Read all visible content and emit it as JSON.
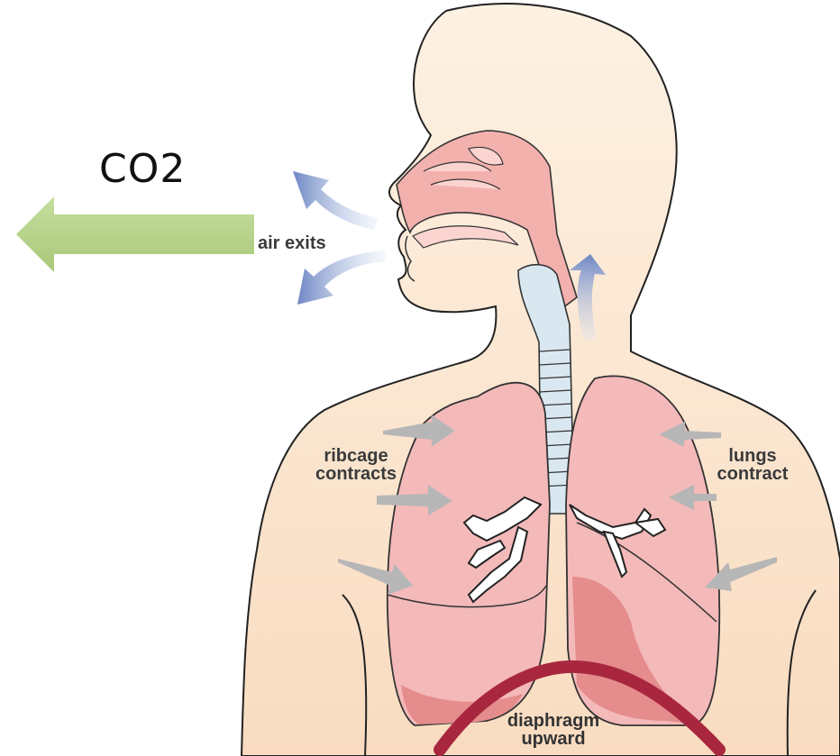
{
  "labels": {
    "co2": "CO2",
    "air_exits": "air exits",
    "ribcage": [
      "ribcage",
      "contracts"
    ],
    "lungs": [
      "lungs",
      "contract"
    ],
    "diaphragm": [
      "diaphragm",
      "upward"
    ]
  },
  "colors": {
    "skin": "#fbe8d2",
    "skin_outline": "#222222",
    "lung": "#f2b5b5",
    "lung_dark": "#e88f8f",
    "airway": "#f1a9a6",
    "trachea": "#d7e7ef",
    "diaphragm": "#a8273f",
    "co2_arrow": "#b5d38a",
    "air_arrow": "#7f95c9",
    "force_arrow": "#b9b9b9",
    "label_text": "#3a3a3a"
  }
}
